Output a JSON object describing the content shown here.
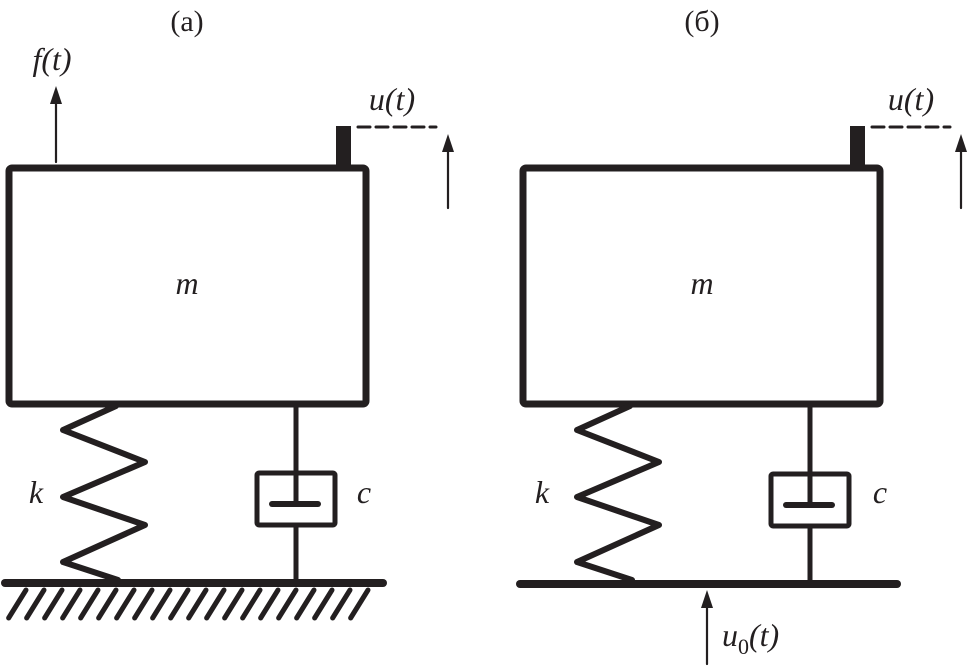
{
  "diagram": {
    "title": "Spring-mass-damper system models",
    "stroke_color": "#231f20",
    "panels": [
      {
        "id": "a",
        "label": "(a)",
        "mass_label": "m",
        "spring_label": "k",
        "damper_label": "c",
        "displacement_label": "u(t)",
        "force_label": "f(t)",
        "base": "fixed ground (hatched)"
      },
      {
        "id": "b",
        "label": "(б)",
        "mass_label": "m",
        "spring_label": "k",
        "damper_label": "c",
        "displacement_label": "u(t)",
        "base_excitation_label": "u0(t)",
        "base_excitation_sub": "0",
        "base": "moving base"
      }
    ]
  }
}
